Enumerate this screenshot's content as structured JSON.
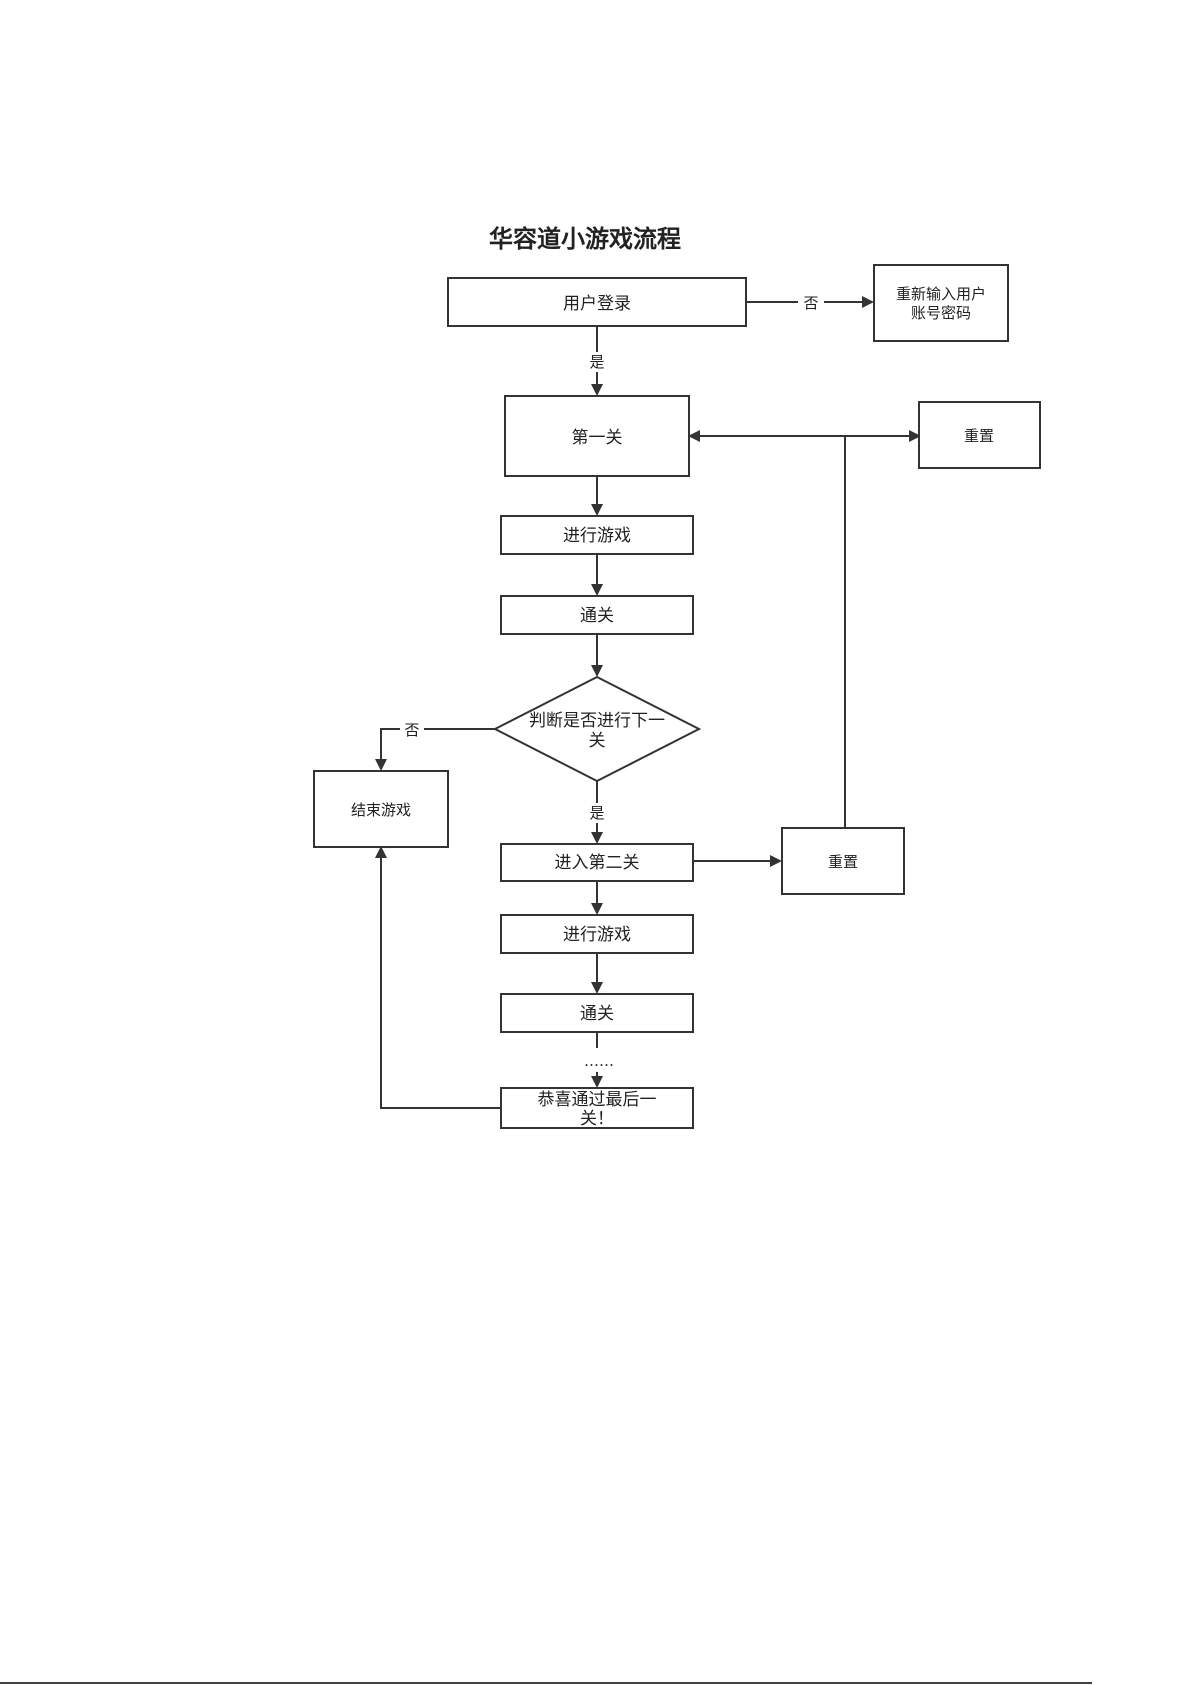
{
  "title": "华容道小游戏流程",
  "nodes": {
    "login": "用户登录",
    "relogin_line1": "重新输入用户",
    "relogin_line2": "账号密码",
    "level1": "第一关",
    "reset_top": "重置",
    "play1": "进行游戏",
    "pass1": "通关",
    "decision_line1": "判断是否进行下一",
    "decision_line2": "关",
    "end_game": "结束游戏",
    "level2": "进入第二关",
    "reset_mid": "重置",
    "play2": "进行游戏",
    "pass2": "通关",
    "ellipsis": "……",
    "final_line1": "恭喜通过最后一",
    "final_line2": "关！"
  },
  "edge_labels": {
    "login_no": "否",
    "login_yes": "是",
    "decision_no": "否",
    "decision_yes": "是"
  },
  "colors": {
    "stroke": "#333333",
    "text": "#222222",
    "background": "#ffffff"
  }
}
